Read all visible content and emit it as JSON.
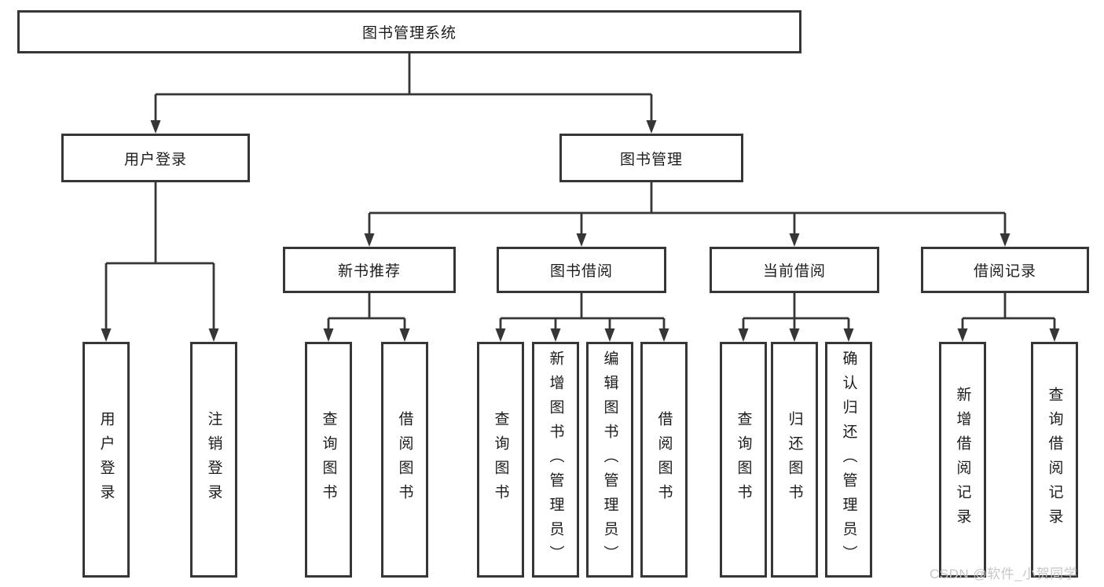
{
  "diagram_title": "图书管理系统",
  "tree": {
    "label": "图书管理系统",
    "children": [
      {
        "label": "用户登录",
        "children": [
          {
            "label": "用户登录"
          },
          {
            "label": "注销登录"
          }
        ]
      },
      {
        "label": "图书管理",
        "children": [
          {
            "label": "新书推荐",
            "children": [
              {
                "label": "查询图书"
              },
              {
                "label": "借阅图书"
              }
            ]
          },
          {
            "label": "图书借阅",
            "children": [
              {
                "label": "查询图书"
              },
              {
                "label": "新增图书（管理员）"
              },
              {
                "label": "编辑图书（管理员）"
              },
              {
                "label": "借阅图书"
              }
            ]
          },
          {
            "label": "当前借阅",
            "children": [
              {
                "label": "查询图书"
              },
              {
                "label": "归还图书"
              },
              {
                "label": "确认归还（管理员）"
              }
            ]
          },
          {
            "label": "借阅记录",
            "children": [
              {
                "label": "新增借阅记录"
              },
              {
                "label": "查询借阅记录"
              }
            ]
          }
        ]
      }
    ]
  },
  "watermark": {
    "text": "CSDN @软件_小贺同学"
  },
  "colors": {
    "line": "#363636",
    "text": "#1c1c1c",
    "background": "#ffffff",
    "watermark": "#c7c7c7"
  }
}
